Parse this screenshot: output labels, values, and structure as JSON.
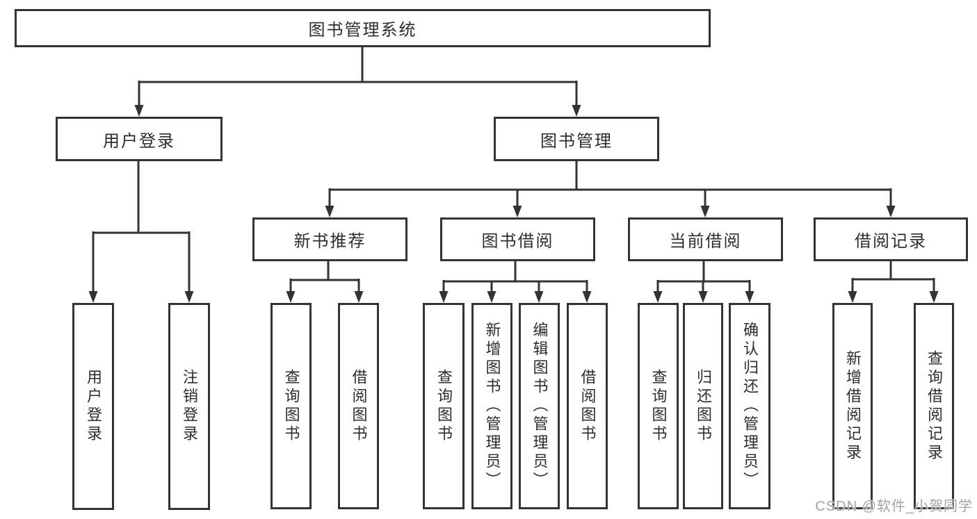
{
  "nodes": {
    "root": "图书管理系统",
    "level2": {
      "user_login": "用户登录",
      "book_management": "图书管理"
    },
    "categories": {
      "new_book_recommend": "新书推荐",
      "book_borrow": "图书借阅",
      "current_borrow": "当前借阅",
      "borrow_records": "借阅记录"
    },
    "leaves": {
      "user_login": "用户登录",
      "logout": "注销登录",
      "recommend_query_book": "查询图书",
      "recommend_borrow_book": "借阅图书",
      "borrow_query_book": "查询图书",
      "borrow_add_book_admin": "新增图书（管理员）",
      "borrow_edit_book_admin": "编辑图书（管理员）",
      "borrow_borrow_book": "借阅图书",
      "current_query_book": "查询图书",
      "current_return_book": "归还图书",
      "current_confirm_return_admin": "确认归还（管理员）",
      "records_add_record": "新增借阅记录",
      "records_query_record": "查询借阅记录"
    }
  },
  "watermark": "CSDN @软件_小贺同学",
  "colors": {
    "line": "#333333",
    "box_border": "#333333",
    "text": "#2d2d2d",
    "background": "#ffffff",
    "watermark": "#a3a3a3"
  }
}
